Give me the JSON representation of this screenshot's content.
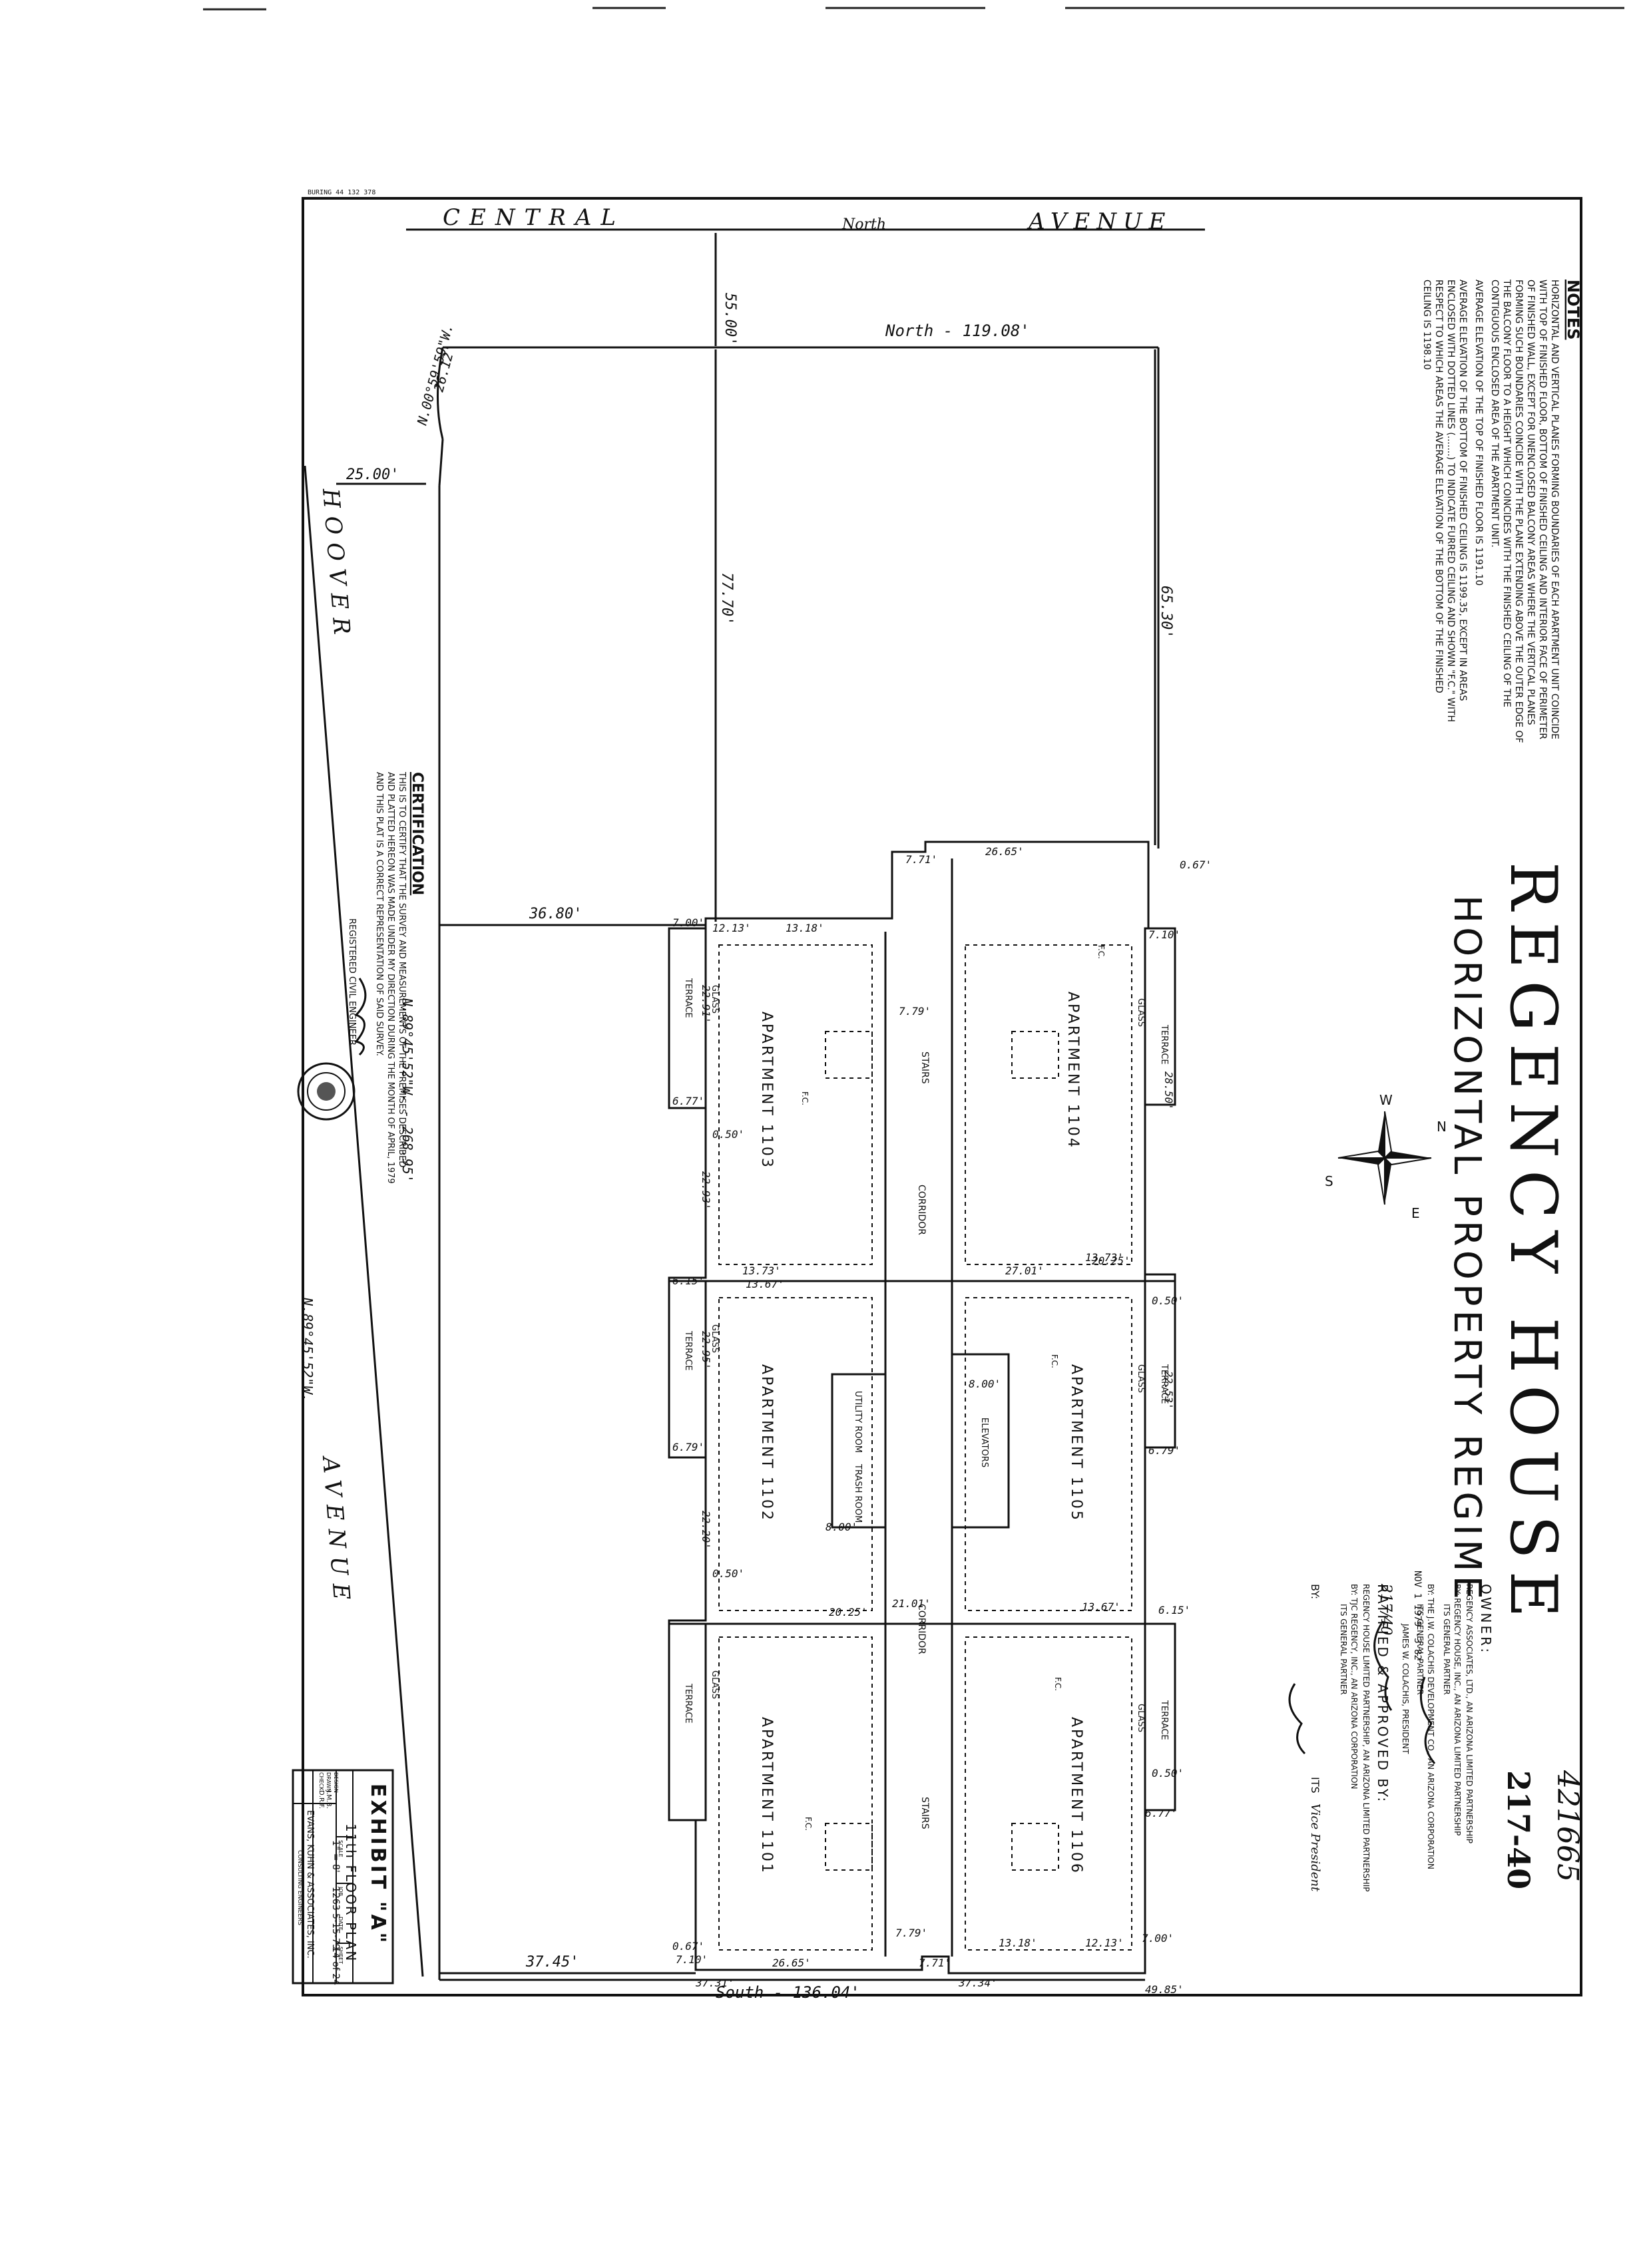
{
  "stamp": {
    "top_right": "421665",
    "book": "217-40"
  },
  "corner_code": "BURING 44 132 378",
  "streets": {
    "central": "CENTRAL",
    "central_avenue": "AVENUE",
    "north_label": "North",
    "hoover": "HOOVER",
    "hoover_avenue": "AVENUE"
  },
  "boundary": {
    "north": "North - 119.08'",
    "south": "South - 136.04'",
    "west_bearing": "N.89°45'52\"W.",
    "west_bearing_2": "N.89°45'52\"W. - 268.95'",
    "curve": "N.00°59'59\"W.",
    "curve_len": "26.12'"
  },
  "dimensions": {
    "d_55": "55.00'",
    "d_25": "25.00'",
    "d_77": "77.70'",
    "d_65": "65.30'",
    "d_3680": "36.80'",
    "d_3745": "37.45'",
    "d_3731": "37.31'",
    "d_3734": "37.34'",
    "d_4985": "49.85'",
    "d_2665": "26.65'",
    "d_2665b": "26.65'",
    "d_2101": "21.01'",
    "d_2701": "27.01'",
    "d_2025": "20.25'",
    "d_2025b": "20.25'",
    "d_1318": "13.18'",
    "d_1318b": "13.18'",
    "d_1213": "12.13'",
    "d_1213b": "12.13'",
    "d_700": "7.00'",
    "d_700b": "7.00'",
    "d_710": "7.10'",
    "d_710b": "7.10'",
    "d_677": "6.77'",
    "d_677b": "6.77'",
    "d_050": "0.50'",
    "d_050b": "0.50'",
    "d_050c": "0.50'",
    "d_050d": "0.50'",
    "d_615": "6.15'",
    "d_615b": "6.15'",
    "d_679": "6.79'",
    "d_679b": "6.79'",
    "d_1373": "13.73'",
    "d_1367": "13.67'",
    "d_1373b": "13.73'",
    "d_1367b": "13.67'",
    "d_067": "0.67'",
    "d_067b": "0.67'",
    "d_771": "7.71'",
    "d_771b": "7.71'",
    "d_779": "7.79'",
    "d_779b": "7.79'",
    "d_800": "8.00'",
    "d_800b": "8.00'",
    "terrace_2291": "22.91'",
    "terrace_2293": "22.93'",
    "terrace_2295": "22.95'",
    "terrace_2220": "22.20'",
    "terrace_2253": "22.53'",
    "terrace_2850": "28.50'"
  },
  "rooms": {
    "apt_1101": "APARTMENT 1101",
    "apt_1102": "APARTMENT 1102",
    "apt_1103": "APARTMENT 1103",
    "apt_1104": "APARTMENT 1104",
    "apt_1105": "APARTMENT 1105",
    "apt_1106": "APARTMENT 1106",
    "corridor": "CORRIDOR",
    "stairs": "STAIRS",
    "elevators": "ELEVATORS",
    "utility_room": "UTILITY ROOM",
    "trash_room": "TRASH ROOM",
    "terrace": "TERRACE",
    "glass": "GLASS",
    "fc": "F.C."
  },
  "title": {
    "main": "REGENCY HOUSE",
    "sub": "HORIZONTAL PROPERTY REGIME"
  },
  "compass": {
    "n": "N",
    "s": "S",
    "e": "E",
    "w": "W"
  },
  "notes": {
    "heading": "NOTES",
    "lines": [
      "HORIZONTAL AND VERTICAL PLANES FORMING BOUNDARIES OF EACH APARTMENT UNIT COINCIDE",
      "WITH TOP OF FINISHED FLOOR, BOTTOM OF FINISHED CEILING AND INTERIOR FACE OF PERIMETER",
      "OF FINISHED WALL, EXCEPT FOR UNENCLOSED BALCONY AREAS WHERE THE VERTICAL PLANES",
      "FORMING SUCH BOUNDARIES COINCIDE WITH THE PLANE EXTENDING ABOVE THE OUTER EDGE OF",
      "THE BALCONY FLOOR TO A HEIGHT WHICH COINCIDES WITH THE FINISHED CEILING OF THE",
      "CONTIGUOUS ENCLOSED AREA OF THE APARTMENT UNIT.",
      "AVERAGE ELEVATION OF THE TOP OF FINISHED FLOOR IS 1191.10",
      "AVERAGE ELEVATION OF THE BOTTOM OF FINISHED CEILING IS 1199.35, EXCEPT IN AREAS",
      "ENCLOSED WITH DOTTED LINES (.......) TO INDICATE FURRED CEILING AND SHOWN \"F.C.\" WITH",
      "RESPECT TO WHICH AREAS THE AVERAGE ELEVATION OF THE BOTTOM OF THE FINISHED",
      "CEILING IS 1198.10"
    ]
  },
  "certification": {
    "heading": "CERTIFICATION",
    "lines": [
      "THIS IS TO CERTIFY THAT THE SURVEY AND MEASUREMENTS OF THE PREMISES DESCRIBED",
      "AND PLATTED HEREON WAS MADE UNDER MY DIRECTION DURING THE MONTH OF APRIL, 1979",
      "AND THIS PLAT IS A CORRECT REPRESENTATION OF SAID SURVEY."
    ],
    "signer": "REGISTERED CIVIL ENGINEER"
  },
  "owner": {
    "heading": "OWNER:",
    "lines": [
      "REGENCY ASSOCIATES, LTD., AN ARIZONA LIMITED PARTNERSHIP",
      "BY: REGENCY HOUSE, INC., AN ARIZONA LIMITED PARTNERSHIP",
      "ITS GENERAL PARTNER",
      "BY: THE J.W. COLACHIS DEVELOPMENT CO., AN ARIZONA CORPORATION",
      "ITS GENERAL PARTNER",
      "JAMES W. COLACHIS, PRESIDENT"
    ]
  },
  "ratified": {
    "heading": "RATIFIED & APPROVED BY:",
    "lines": [
      "REGENCY HOUSE LIMITED PARTNERSHIP, AN ARIZONA LIMITED PARTNERSHIP",
      "BY: TJC REGENCY, INC., AN ARIZONA CORPORATION",
      "ITS GENERAL PARTNER"
    ],
    "by": "BY:",
    "its": "ITS",
    "role": "Vice President"
  },
  "recording": {
    "line1": "NOV 1 1979 -3 82",
    "line2": "217/40"
  },
  "title_block": {
    "exhibit": "EXHIBIT \"A\"",
    "floor": "11th FLOOR PLAN",
    "scale_label": "SCALE",
    "scale": "1\" = 8'",
    "job_label": "JOB",
    "job": "1263",
    "date_label": "DATE",
    "date": "5-15-79",
    "sheet_label": "SHEET",
    "sheet": "14 of 24",
    "design_label": "DESIGN",
    "drawn_label": "DRAWN",
    "check_label": "CHECK",
    "drawn": "J.M.B.",
    "check": "D.R.F.",
    "firm": "EVANS, KUHN & ASSOCIATES, INC.",
    "firm_sub": "CONSULTING ENGINEERS"
  }
}
